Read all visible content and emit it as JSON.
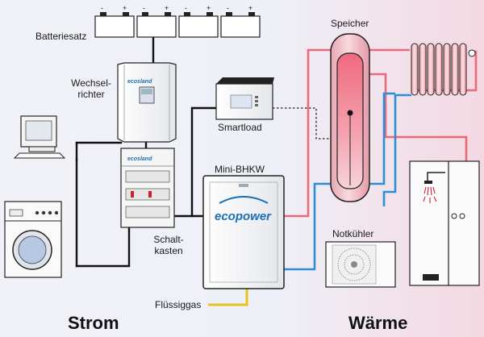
{
  "labels": {
    "batteries": "Batteriesatz",
    "inverter": "Wechsel-\nrichter",
    "smartload": "Smartload",
    "storage": "Speicher",
    "chp": "Mini-BHKW",
    "switchbox": "Schalt-\nkasten",
    "cooler": "Notkühler",
    "gas": "Flüssiggas",
    "power": "Strom",
    "heat": "Wärme"
  },
  "brands": {
    "inverter_logo": "ecosland",
    "switchbox_logo": "ecosland",
    "chp_logo": "ecopower"
  },
  "battery_terminals": {
    "minus": "-",
    "plus": "+"
  },
  "colors": {
    "background_left": "#f1f2f8",
    "background_right": "#f3dce4",
    "power_line": "#111111",
    "hot_line": "#e8697a",
    "cold_line": "#2a8fd8",
    "gas_line": "#e8c21a",
    "brand_blue": "#1a6fb5",
    "brand_red": "#c8242b"
  },
  "icons": [
    "battery-icon",
    "inverter-icon",
    "smartload-icon",
    "computer-icon",
    "washing-machine-icon",
    "switchbox-icon",
    "chp-unit-icon",
    "storage-tank-icon",
    "radiator-icon",
    "cooler-fan-icon",
    "shower-icon"
  ]
}
